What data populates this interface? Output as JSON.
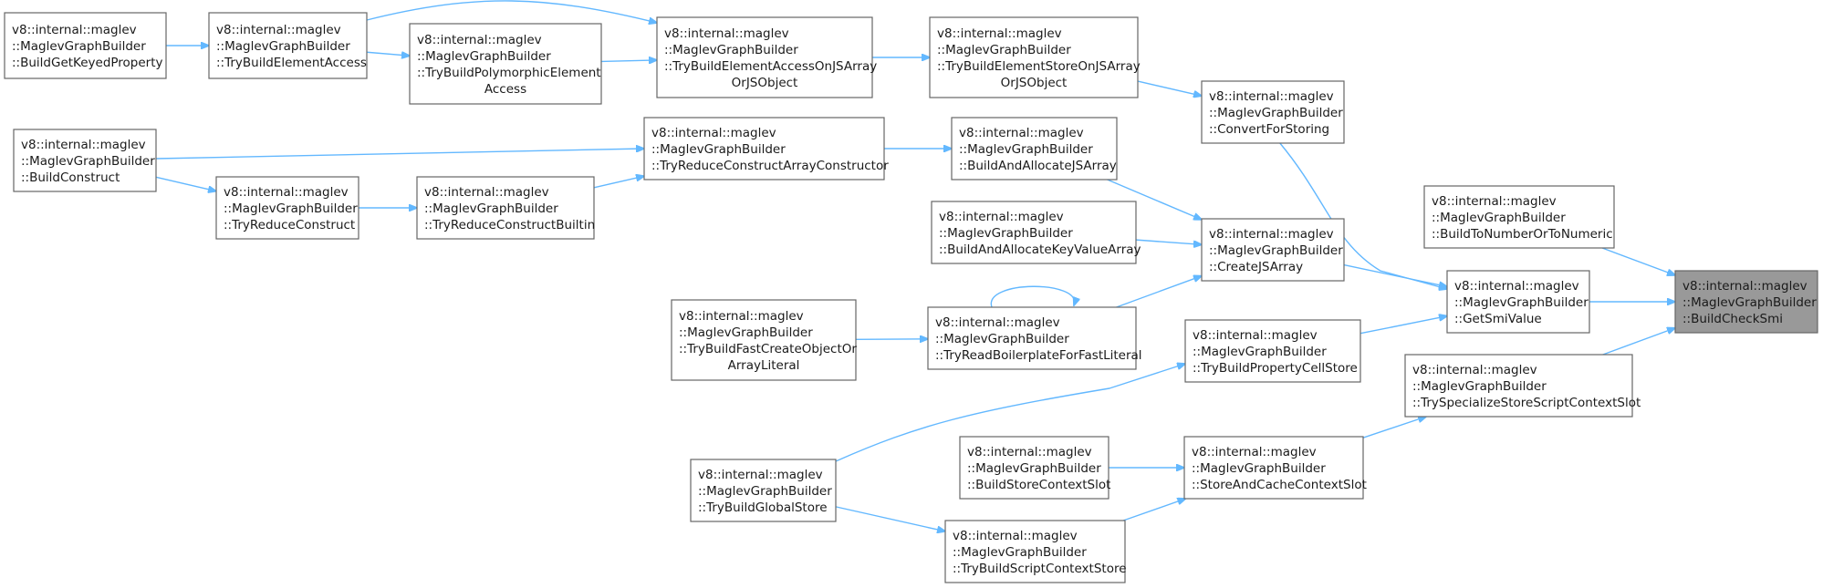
{
  "diagram": {
    "type": "call-graph",
    "nodes": [
      {
        "id": "n0",
        "lines": [
          "v8::internal::maglev",
          "::MaglevGraphBuilder",
          "::BuildGetKeyedProperty"
        ]
      },
      {
        "id": "n1",
        "lines": [
          "v8::internal::maglev",
          "::MaglevGraphBuilder",
          "::TryBuildElementAccess"
        ]
      },
      {
        "id": "n2",
        "lines": [
          "v8::internal::maglev",
          "::MaglevGraphBuilder",
          "::TryBuildPolymorphicElement",
          "Access"
        ]
      },
      {
        "id": "n3",
        "lines": [
          "v8::internal::maglev",
          "::MaglevGraphBuilder",
          "::TryBuildElementAccessOnJSArray",
          "OrJSObject"
        ]
      },
      {
        "id": "n4",
        "lines": [
          "v8::internal::maglev",
          "::MaglevGraphBuilder",
          "::TryBuildElementStoreOnJSArray",
          "OrJSObject"
        ]
      },
      {
        "id": "n5",
        "lines": [
          "v8::internal::maglev",
          "::MaglevGraphBuilder",
          "::ConvertForStoring"
        ]
      },
      {
        "id": "n6",
        "lines": [
          "v8::internal::maglev",
          "::MaglevGraphBuilder",
          "::BuildConstruct"
        ]
      },
      {
        "id": "n7",
        "lines": [
          "v8::internal::maglev",
          "::MaglevGraphBuilder",
          "::TryReduceConstructArrayConstructor"
        ]
      },
      {
        "id": "n8",
        "lines": [
          "v8::internal::maglev",
          "::MaglevGraphBuilder",
          "::BuildAndAllocateJSArray"
        ]
      },
      {
        "id": "n9",
        "lines": [
          "v8::internal::maglev",
          "::MaglevGraphBuilder",
          "::TryReduceConstruct"
        ]
      },
      {
        "id": "n10",
        "lines": [
          "v8::internal::maglev",
          "::MaglevGraphBuilder",
          "::TryReduceConstructBuiltin"
        ]
      },
      {
        "id": "n11",
        "lines": [
          "v8::internal::maglev",
          "::MaglevGraphBuilder",
          "::BuildAndAllocateKeyValueArray"
        ]
      },
      {
        "id": "n12",
        "lines": [
          "v8::internal::maglev",
          "::MaglevGraphBuilder",
          "::CreateJSArray"
        ]
      },
      {
        "id": "n13",
        "lines": [
          "v8::internal::maglev",
          "::MaglevGraphBuilder",
          "::BuildToNumberOrToNumeric"
        ]
      },
      {
        "id": "n14",
        "lines": [
          "v8::internal::maglev",
          "::MaglevGraphBuilder",
          "::GetSmiValue"
        ]
      },
      {
        "id": "n15",
        "lines": [
          "v8::internal::maglev",
          "::MaglevGraphBuilder",
          "::BuildCheckSmi"
        ],
        "focus": true
      },
      {
        "id": "n16",
        "lines": [
          "v8::internal::maglev",
          "::MaglevGraphBuilder",
          "::TryBuildFastCreateObjectOr",
          "ArrayLiteral"
        ]
      },
      {
        "id": "n17",
        "lines": [
          "v8::internal::maglev",
          "::MaglevGraphBuilder",
          "::TryReadBoilerplateForFastLiteral"
        ]
      },
      {
        "id": "n18",
        "lines": [
          "v8::internal::maglev",
          "::MaglevGraphBuilder",
          "::TryBuildPropertyCellStore"
        ]
      },
      {
        "id": "n19",
        "lines": [
          "v8::internal::maglev",
          "::MaglevGraphBuilder",
          "::TrySpecializeStoreScriptContextSlot"
        ]
      },
      {
        "id": "n20",
        "lines": [
          "v8::internal::maglev",
          "::MaglevGraphBuilder",
          "::BuildStoreContextSlot"
        ]
      },
      {
        "id": "n21",
        "lines": [
          "v8::internal::maglev",
          "::MaglevGraphBuilder",
          "::StoreAndCacheContextSlot"
        ]
      },
      {
        "id": "n22",
        "lines": [
          "v8::internal::maglev",
          "::MaglevGraphBuilder",
          "::TryBuildGlobalStore"
        ]
      },
      {
        "id": "n23",
        "lines": [
          "v8::internal::maglev",
          "::MaglevGraphBuilder",
          "::TryBuildScriptContextStore"
        ]
      }
    ],
    "edges": [
      {
        "from": "n0",
        "to": "n1"
      },
      {
        "from": "n1",
        "to": "n2"
      },
      {
        "from": "n1",
        "to": "n3"
      },
      {
        "from": "n2",
        "to": "n3"
      },
      {
        "from": "n3",
        "to": "n4"
      },
      {
        "from": "n4",
        "to": "n5"
      },
      {
        "from": "n5",
        "to": "n14"
      },
      {
        "from": "n6",
        "to": "n7"
      },
      {
        "from": "n6",
        "to": "n9"
      },
      {
        "from": "n9",
        "to": "n10"
      },
      {
        "from": "n10",
        "to": "n7"
      },
      {
        "from": "n7",
        "to": "n8"
      },
      {
        "from": "n8",
        "to": "n12"
      },
      {
        "from": "n11",
        "to": "n12"
      },
      {
        "from": "n12",
        "to": "n14"
      },
      {
        "from": "n16",
        "to": "n17"
      },
      {
        "from": "n17",
        "to": "n17"
      },
      {
        "from": "n17",
        "to": "n12"
      },
      {
        "from": "n18",
        "to": "n14"
      },
      {
        "from": "n13",
        "to": "n15"
      },
      {
        "from": "n14",
        "to": "n15"
      },
      {
        "from": "n19",
        "to": "n15"
      },
      {
        "from": "n21",
        "to": "n19"
      },
      {
        "from": "n20",
        "to": "n21"
      },
      {
        "from": "n22",
        "to": "n18"
      },
      {
        "from": "n22",
        "to": "n23"
      },
      {
        "from": "n23",
        "to": "n21"
      }
    ]
  },
  "colors": {
    "edge": "#63b8ff",
    "node_border": "#666666",
    "node_fill": "#ffffff",
    "focus_fill": "#999999"
  }
}
